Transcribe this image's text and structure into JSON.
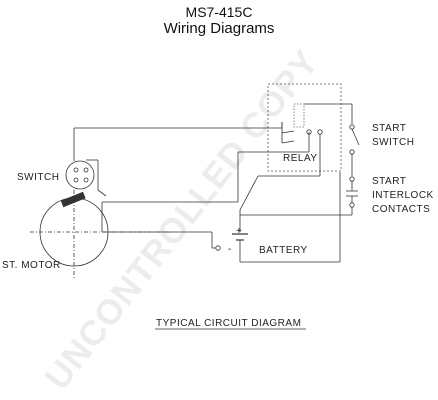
{
  "document": {
    "title": "MS7-415C",
    "subtitle": "Wiring Diagrams"
  },
  "diagram": {
    "labels": {
      "start_switch_line1": "START",
      "start_switch_line2": "SWITCH",
      "relay": "RELAY",
      "switch": "SWITCH",
      "interlock_line1": "START",
      "interlock_line2": "INTERLOCK",
      "interlock_line3": "CONTACTS",
      "battery": "BATTERY",
      "battery_plus": "+",
      "battery_minus": "-",
      "motor": "ST. MOTOR",
      "caption": "TYPICAL CIRCUIT DIAGRAM"
    }
  },
  "watermark": "UNCONTROLLED COPY"
}
